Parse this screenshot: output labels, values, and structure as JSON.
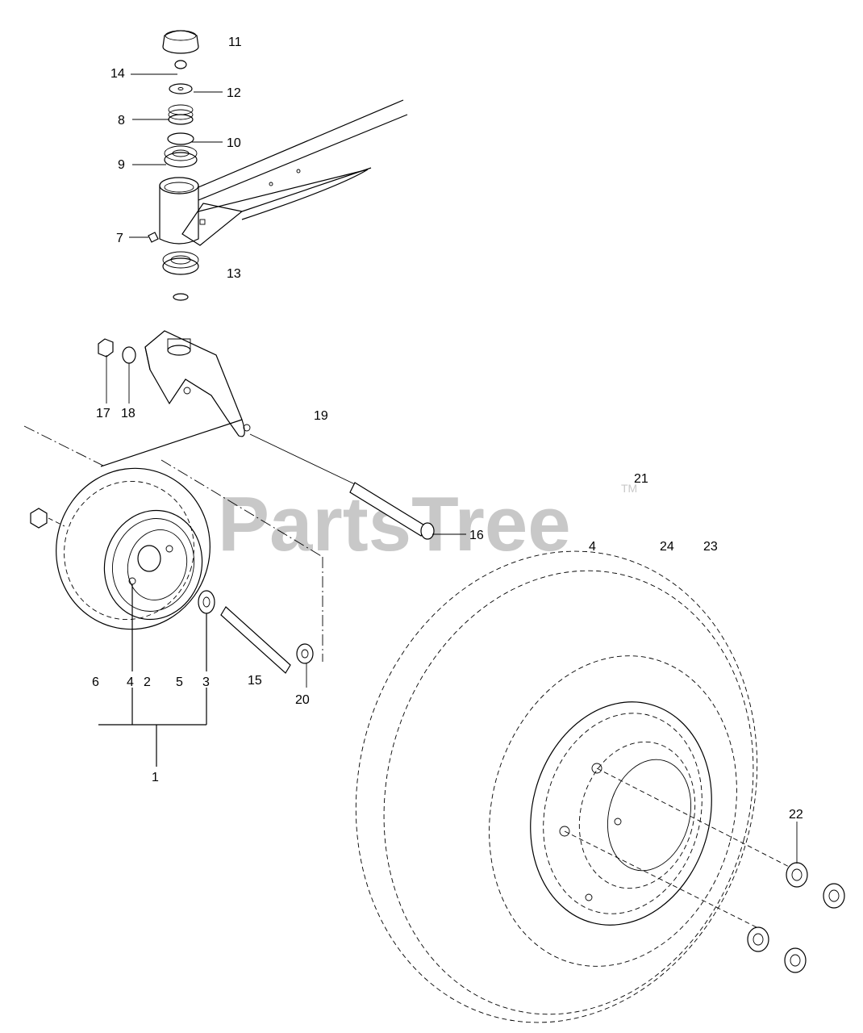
{
  "watermark": {
    "text": "PartsTree",
    "trademark": "TM",
    "color": "#c8c8c8"
  },
  "callouts": {
    "c1": "1",
    "c2": "2",
    "c3": "3",
    "c4a": "4",
    "c4b": "4",
    "c5": "5",
    "c6": "6",
    "c7": "7",
    "c8": "8",
    "c9": "9",
    "c10": "10",
    "c11": "11",
    "c12": "12",
    "c13": "13",
    "c14": "14",
    "c15": "15",
    "c16": "16",
    "c17": "17",
    "c18": "18",
    "c19": "19",
    "c20": "20",
    "c21": "21",
    "c22": "22",
    "c23": "23",
    "c24": "24"
  }
}
